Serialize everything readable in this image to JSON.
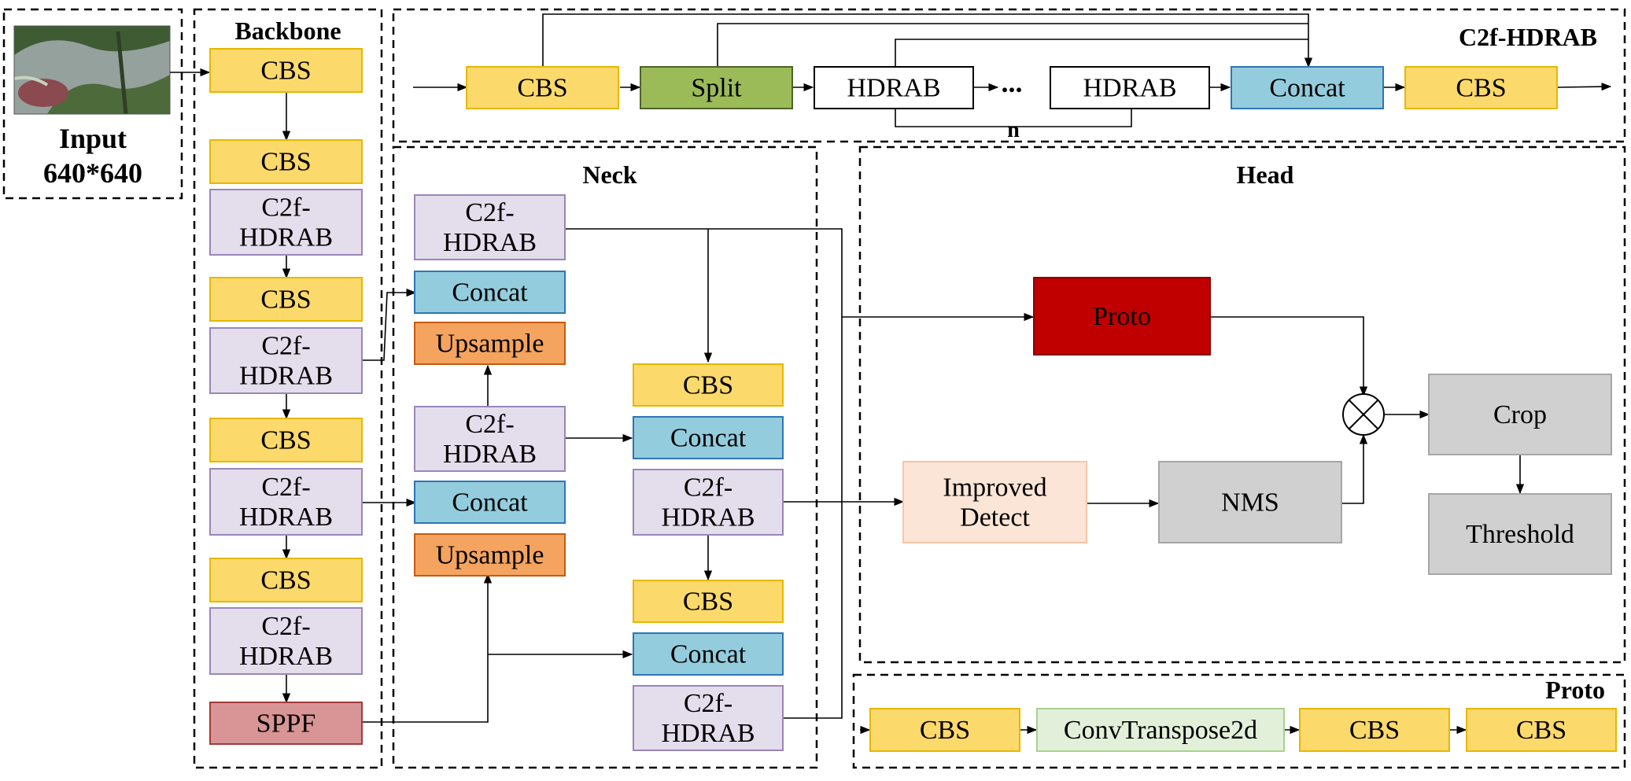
{
  "colors": {
    "cbs_fill": "#FCD96B",
    "cbs_stroke": "#E6B800",
    "c2f_fill": "#E4DDEC",
    "c2f_stroke": "#9A86B8",
    "concat_fill": "#93CDDD",
    "concat_stroke": "#2E75B6",
    "upsample_fill": "#F4A45E",
    "upsample_stroke": "#C55A11",
    "sppf_fill": "#D99595",
    "sppf_stroke": "#A33A3A",
    "split_fill": "#9BBB59",
    "split_stroke": "#4F6228",
    "proto_fill": "#C00000",
    "proto_stroke": "#8B0000",
    "detect_fill": "#FBE5D6",
    "detect_stroke": "#F4C7A6",
    "gray_fill": "#D0D0D0",
    "gray_stroke": "#A6A6A6",
    "convt_fill": "#E2F0D9",
    "convt_stroke": "#A9D18E",
    "hdrab_fill": "#FFFFFF",
    "hdrab_stroke": "#000000"
  },
  "input": {
    "label_line1": "Input",
    "label_line2": "640*640",
    "image": "leaf-photo-thumbnail"
  },
  "sections": {
    "backbone": "Backbone",
    "c2f_hdrab": "C2f-HDRAB",
    "neck": "Neck",
    "head": "Head",
    "proto": "Proto"
  },
  "c2f_detail": {
    "blocks": [
      "CBS",
      "Split",
      "HDRAB",
      "HDRAB",
      "Concat",
      "CBS"
    ],
    "ellipsis": "...",
    "repeat_label": "n"
  },
  "backbone": {
    "blocks": [
      "CBS",
      "CBS",
      "C2f-|HDRAB",
      "CBS",
      "C2f-|HDRAB",
      "CBS",
      "C2f-|HDRAB",
      "CBS",
      "C2f-|HDRAB",
      "SPPF"
    ]
  },
  "neck": {
    "left_column": [
      "C2f-|HDRAB",
      "Concat",
      "Upsample",
      "C2f-|HDRAB",
      "Concat",
      "Upsample"
    ],
    "right_column": [
      "CBS",
      "Concat",
      "C2f-|HDRAB",
      "CBS",
      "Concat",
      "C2f-|HDRAB"
    ]
  },
  "head": {
    "proto": "Proto",
    "detect": "Improved|Detect",
    "nms": "NMS",
    "crop": "Crop",
    "threshold": "Threshold",
    "multiply_icon": "circle-times-icon"
  },
  "proto_detail": {
    "blocks": [
      "CBS",
      "ConvTranspose2d",
      "CBS",
      "CBS"
    ]
  }
}
